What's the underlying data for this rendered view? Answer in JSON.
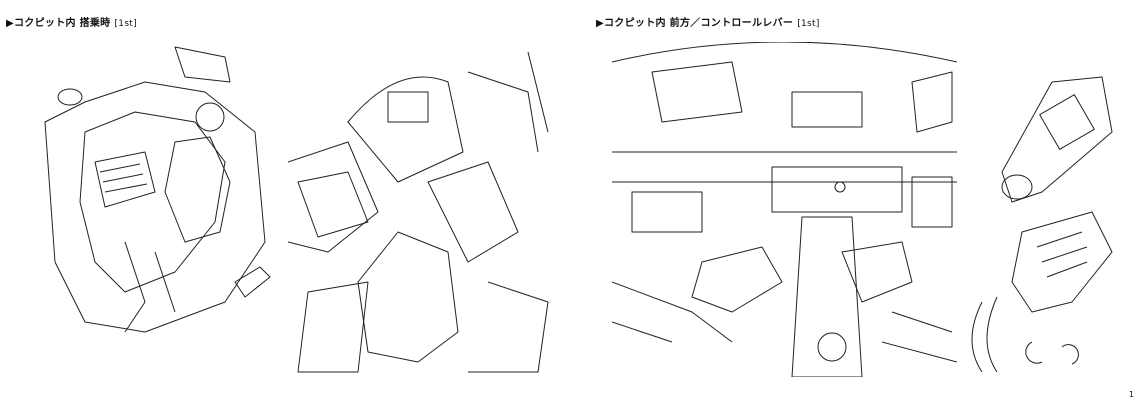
{
  "captions": [
    {
      "marker": "▶",
      "title": "コクピット内 搭乗時",
      "tag": "[1st]"
    },
    {
      "marker": "▶",
      "title": "コクピット内 前方／コントロールレバー",
      "tag": "[1st]"
    }
  ],
  "page_number": "1"
}
